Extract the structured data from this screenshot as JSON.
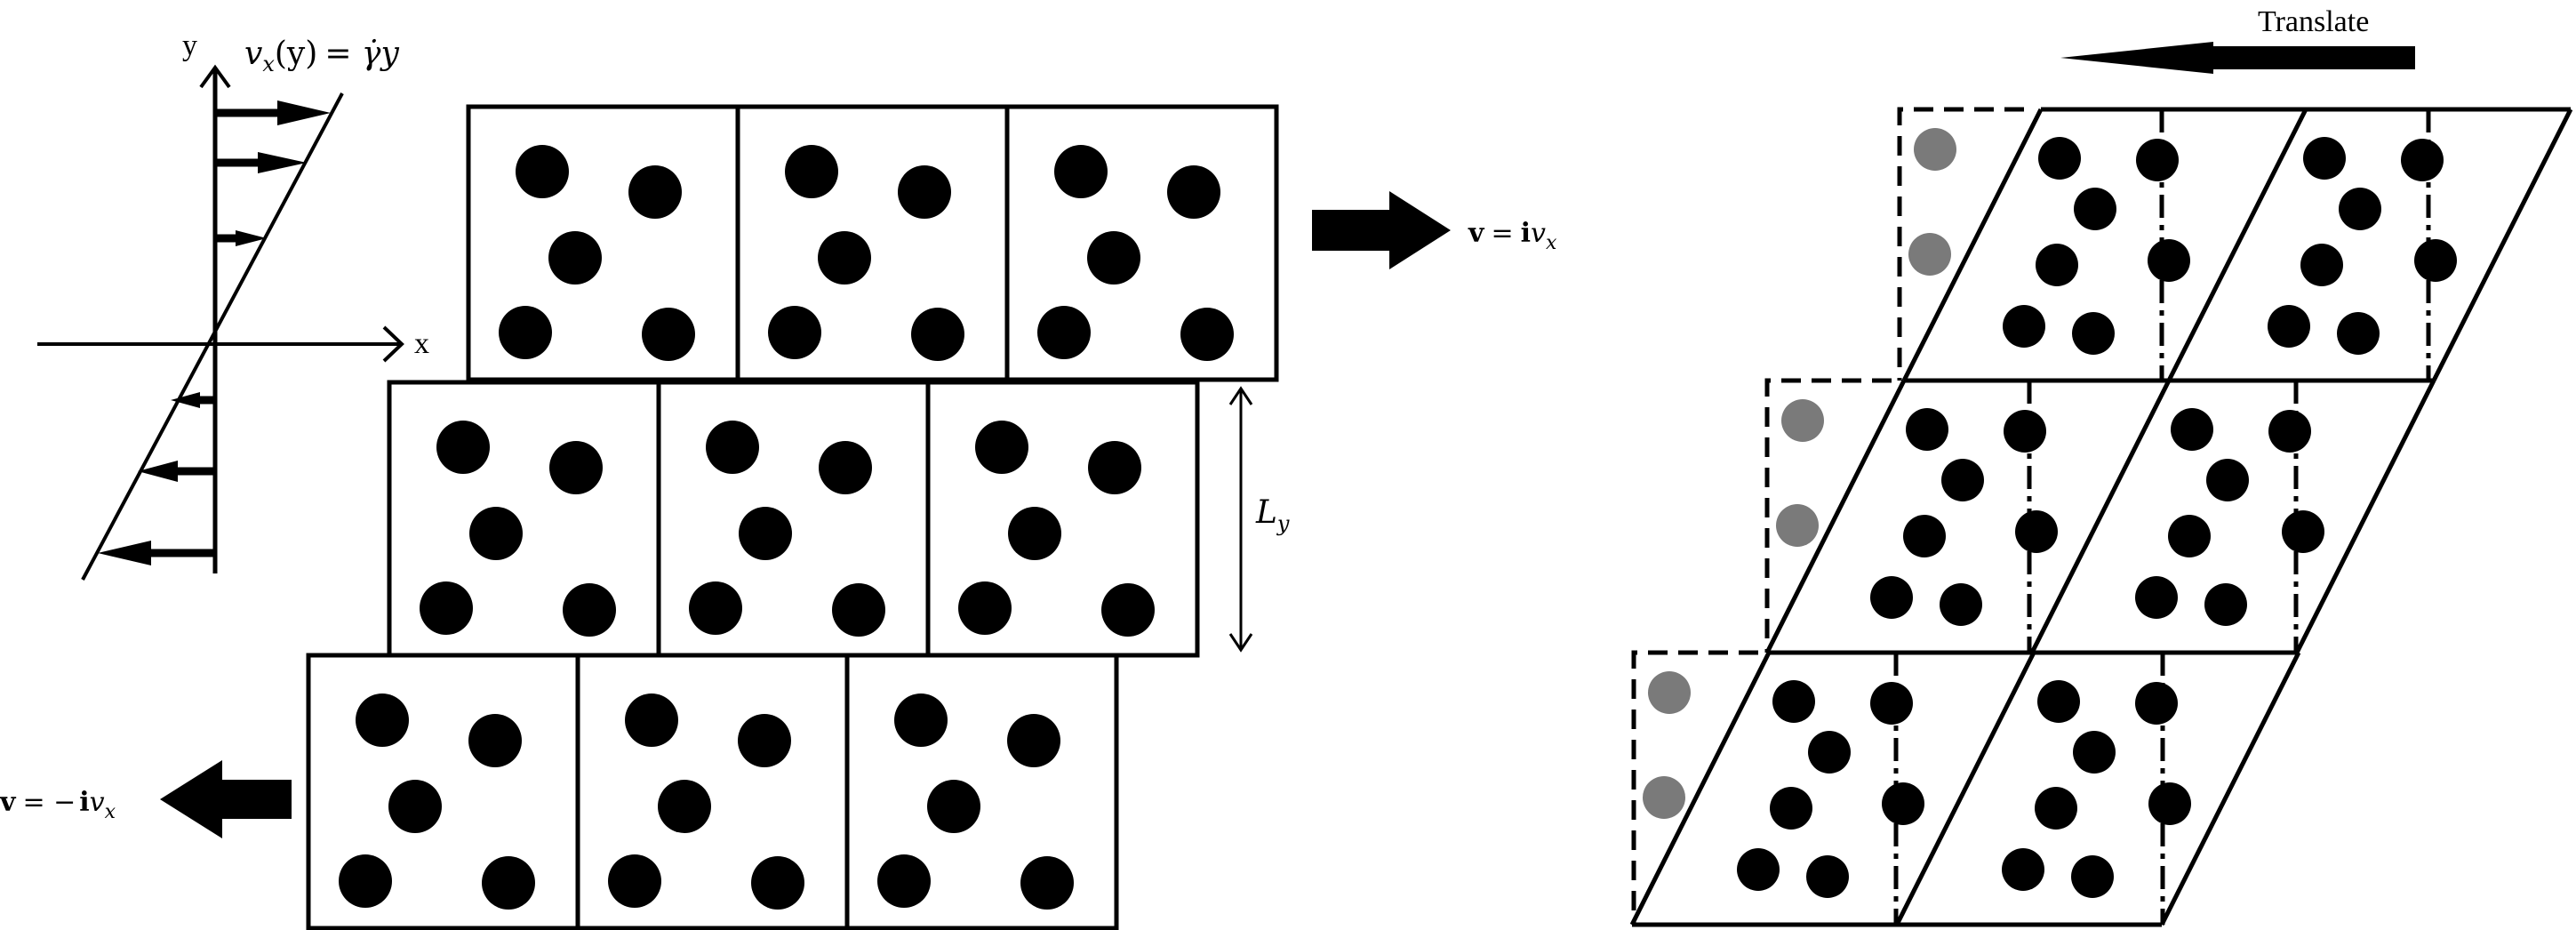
{
  "profile": {
    "axis_x_label": "x",
    "axis_y_label": "y",
    "equation_lhs": "v",
    "equation_sub": "x",
    "equation_arg": "(y)",
    "equation_rhs": "= γ̇y"
  },
  "top_row": {
    "velocity_label_v": "v",
    "velocity_label_eq": "=",
    "velocity_label_i": "i",
    "velocity_label_var": "v",
    "velocity_label_sub": "x"
  },
  "bottom_row": {
    "velocity_label_v": "v",
    "velocity_label_eq": "= −",
    "velocity_label_i": "i",
    "velocity_label_var": "v",
    "velocity_label_sub": "x"
  },
  "box_height": {
    "symbol": "L",
    "subscript": "y"
  },
  "right_panel": {
    "translate_label": "Translate"
  },
  "colors": {
    "particle": "#000000",
    "image_particle": "#7a7a7a",
    "line": "#000000"
  }
}
